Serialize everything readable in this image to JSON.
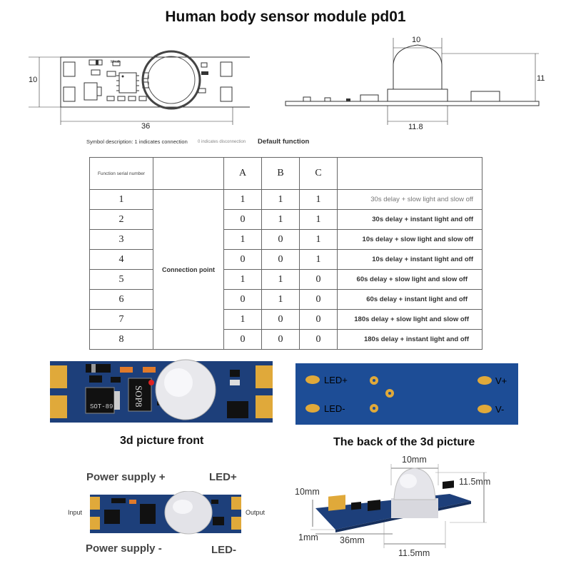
{
  "title": "Human body sensor module pd01",
  "drawing": {
    "top_height": "10",
    "top_length": "36",
    "top_label": "Mouth",
    "side_dome_width": "10",
    "side_height": "11",
    "side_base_width": "11.8"
  },
  "symbol_description": "Symbol description: 1 indicates connection",
  "symbol_disconnect": "0 indicates disconnection",
  "default_function": "Default function",
  "table": {
    "header_serial": "Function serial number",
    "columns": [
      "A",
      "B",
      "C"
    ],
    "connection_point": "Connection point",
    "rows": [
      {
        "n": "1",
        "a": "1",
        "b": "1",
        "c": "1",
        "desc": "30s delay + slow light and slow off"
      },
      {
        "n": "2",
        "a": "0",
        "b": "1",
        "c": "1",
        "desc": "30s delay + instant light and off"
      },
      {
        "n": "3",
        "a": "1",
        "b": "0",
        "c": "1",
        "desc": "10s delay + slow light and slow off"
      },
      {
        "n": "4",
        "a": "0",
        "b": "0",
        "c": "1",
        "desc": "10s delay + instant light and off"
      },
      {
        "n": "5",
        "a": "1",
        "b": "1",
        "c": "0",
        "desc": "60s delay + slow light and slow off"
      },
      {
        "n": "6",
        "a": "0",
        "b": "1",
        "c": "0",
        "desc": "60s delay + instant light and off"
      },
      {
        "n": "7",
        "a": "1",
        "b": "0",
        "c": "0",
        "desc": "180s delay + slow light and slow off"
      },
      {
        "n": "8",
        "a": "0",
        "b": "0",
        "c": "0",
        "desc": "180s delay + instant light and off"
      }
    ]
  },
  "front": {
    "chip_label": "SOP8",
    "reg_label": "SOT-89",
    "caption": "3d picture front"
  },
  "back": {
    "led_plus": "LED+",
    "led_minus": "LED-",
    "v_plus": "V+",
    "v_minus": "V-",
    "caption": "The back of the 3d picture"
  },
  "wiring": {
    "power_plus": "Power supply +",
    "power_minus": "Power supply -",
    "led_plus": "LED+",
    "led_minus": "LED-",
    "input": "Input",
    "output": "Output"
  },
  "photo_dims": {
    "dome_width": "10mm",
    "height": "11.5mm",
    "board_height": "10mm",
    "thickness": "1mm",
    "length": "36mm",
    "base_width": "11.5mm"
  },
  "colors": {
    "pcb_blue": "#1d3f7a",
    "pad_gold": "#e0a93a",
    "dome_white": "#e8e8ec"
  }
}
